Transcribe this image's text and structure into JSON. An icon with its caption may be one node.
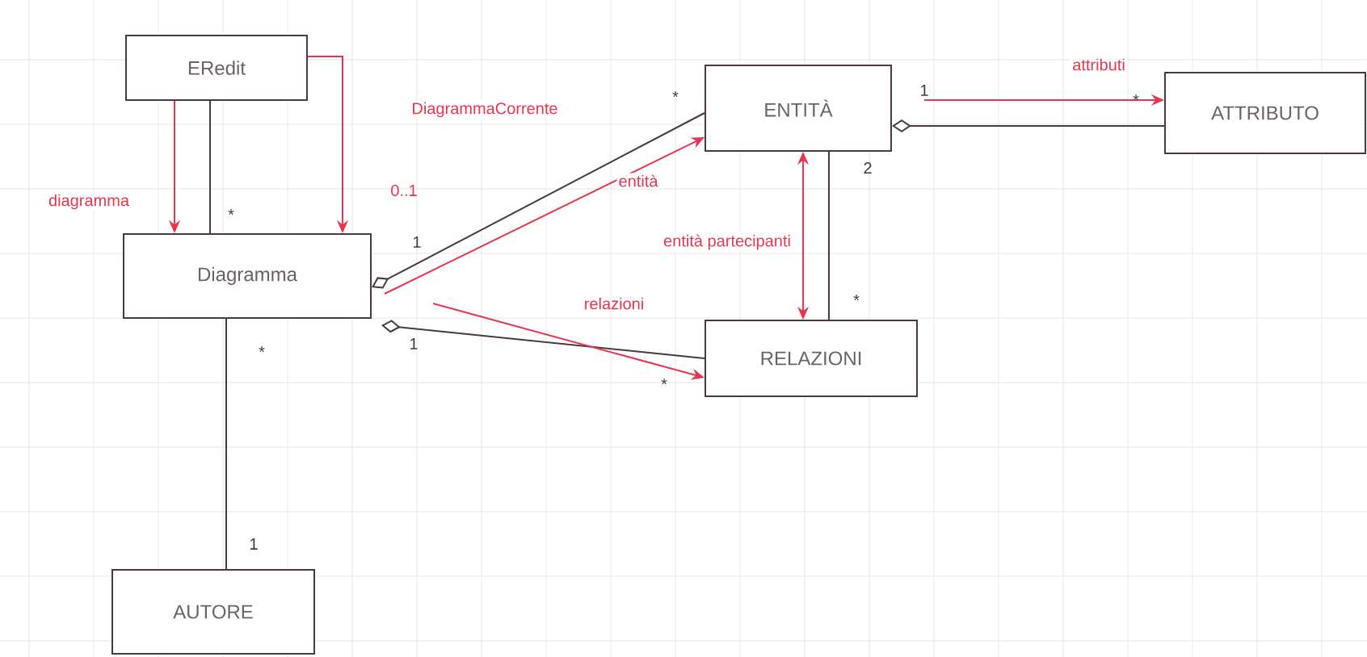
{
  "diagram": {
    "nodes": [
      {
        "text": [
          "ERedit"
        ]
      },
      {
        "text": [
          "Diagramma"
        ]
      },
      {
        "text": [
          "ENTITÀ"
        ]
      },
      {
        "text": [
          "RELAZIONI"
        ]
      },
      {
        "text": [
          "ATTRIBUTO"
        ]
      },
      {
        "text": [
          "AUTORE"
        ]
      }
    ],
    "edges": [
      {
        "from": 0,
        "to": 1,
        "arrow": "none"
      },
      {
        "from": 0,
        "to": 1,
        "arrow": "to",
        "label": "diagramma",
        "color": "#e8364e"
      },
      {
        "from": 0,
        "to": 1,
        "arrow": "to",
        "label": "DiagrammaCorrente",
        "color": "#e8364e"
      },
      {
        "from": 1,
        "to": 2,
        "arrow": "other"
      },
      {
        "from": 1,
        "to": 2,
        "arrow": "to",
        "label": "entità",
        "color": "#e8364e"
      },
      {
        "from": 1,
        "to": 3,
        "arrow": "other"
      },
      {
        "from": 1,
        "to": 3,
        "arrow": "to",
        "label": "relazioni",
        "color": "#e8364e"
      },
      {
        "from": 2,
        "to": 3,
        "arrow": "none"
      },
      {
        "from": 2,
        "to": 3,
        "arrow": "both",
        "label": "entità partecipanti",
        "color": "#e8364e"
      },
      {
        "from": 2,
        "to": 4,
        "arrow": "other"
      },
      {
        "from": 2,
        "to": 4,
        "arrow": "to",
        "label": "attributi",
        "color": "#e8364e"
      },
      {
        "from": 1,
        "to": 5,
        "arrow": "none"
      }
    ],
    "labels": [
      "*",
      "1",
      "*",
      "2",
      "0..1",
      "*",
      "1",
      "*",
      "1",
      "*",
      "*",
      "1"
    ]
  }
}
